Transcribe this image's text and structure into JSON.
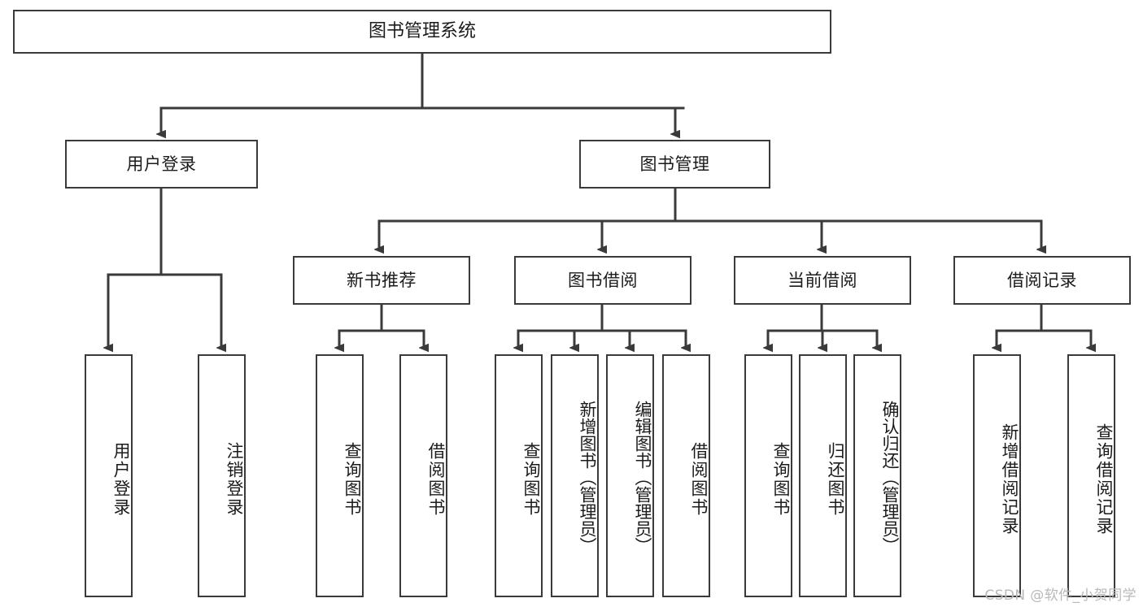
{
  "diagram": {
    "title": "图书管理系统",
    "type": "tree-hierarchy-chart",
    "watermark": "CSDN @软件_小贺同学",
    "colors": {
      "stroke": "#3a3a3c",
      "fill": "#ffffff",
      "text": "#1b1b1d",
      "watermark": "#b9b9bb"
    },
    "root": {
      "label": "图书管理系统"
    },
    "level2": [
      {
        "id": "user-login",
        "label": "用户登录"
      },
      {
        "id": "book-manage",
        "label": "图书管理"
      }
    ],
    "level3": [
      {
        "id": "new-book-recommend",
        "label": "新书推荐"
      },
      {
        "id": "book-borrow",
        "label": "图书借阅"
      },
      {
        "id": "current-borrow",
        "label": "当前借阅"
      },
      {
        "id": "borrow-record",
        "label": "借阅记录"
      }
    ],
    "leaves": {
      "user_login": [
        {
          "id": "leaf-user-login",
          "label": "用户登录"
        },
        {
          "id": "leaf-logout-login",
          "label": "注销登录"
        }
      ],
      "new_book_recommend": [
        {
          "id": "leaf-query-book-1",
          "label": "查询图书"
        },
        {
          "id": "leaf-borrow-book-1",
          "label": "借阅图书"
        }
      ],
      "book_borrow": [
        {
          "id": "leaf-query-book-2",
          "label": "查询图书"
        },
        {
          "id": "leaf-add-book",
          "label": "新增图书（管理员）"
        },
        {
          "id": "leaf-edit-book",
          "label": "编辑图书（管理员）"
        },
        {
          "id": "leaf-borrow-book-2",
          "label": "借阅图书"
        }
      ],
      "current_borrow": [
        {
          "id": "leaf-query-book-3",
          "label": "查询图书"
        },
        {
          "id": "leaf-return-book",
          "label": "归还图书"
        },
        {
          "id": "leaf-confirm-return",
          "label": "确认归还（管理员）"
        }
      ],
      "borrow_record": [
        {
          "id": "leaf-add-record",
          "label": "新增借阅记录"
        },
        {
          "id": "leaf-query-record",
          "label": "查询借阅记录"
        }
      ]
    }
  }
}
